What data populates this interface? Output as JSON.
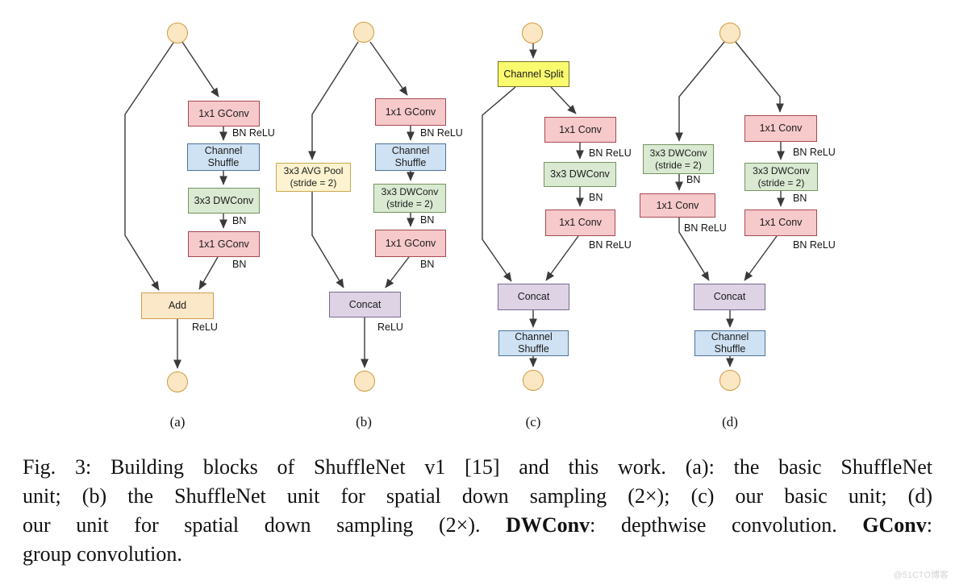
{
  "colors": {
    "pink-fill": "#f6c9cb",
    "pink-border": "#a64a50",
    "blue-fill": "#cfe2f3",
    "blue-border": "#4f7299",
    "green-fill": "#d9e9d2",
    "green-border": "#74945f",
    "cream-fill": "#fdf3d0",
    "cream-border": "#c9a84c",
    "yellow-fill": "#fafa6e",
    "yellow-border": "#737326",
    "orange-fill": "#fbe8c8",
    "orange-border": "#cf9b4f",
    "purple-fill": "#ddd3e5",
    "purple-border": "#776a8e",
    "circle-fill": "#fbe7c4",
    "circle-border": "#cf9b3f",
    "arrow": "#3a3a3a",
    "text": "#1b1b1b"
  },
  "diagram": {
    "a": {
      "caption": "(a)",
      "gconv1": "1x1 GConv",
      "bn_relu": "BN ReLU",
      "shuffle": "Channel Shuffle",
      "dwconv": "3x3 DWConv",
      "bn_a": "BN",
      "gconv2": "1x1 GConv",
      "bn_b": "BN",
      "add": "Add",
      "relu": "ReLU"
    },
    "b": {
      "caption": "(b)",
      "avgpool_l1": "3x3 AVG Pool",
      "avgpool_l2": "(stride = 2)",
      "gconv1": "1x1 GConv",
      "bn_relu": "BN ReLU",
      "shuffle": "Channel Shuffle",
      "dwconv_l1": "3x3 DWConv",
      "dwconv_l2": "(stride = 2)",
      "bn_a": "BN",
      "gconv2": "1x1 GConv",
      "bn_b": "BN",
      "concat": "Concat",
      "relu": "ReLU"
    },
    "c": {
      "caption": "(c)",
      "split": "Channel Split",
      "conv1": "1x1 Conv",
      "bn_relu1": "BN ReLU",
      "dwconv": "3x3 DWConv",
      "bn": "BN",
      "conv2": "1x1 Conv",
      "bn_relu2": "BN ReLU",
      "concat": "Concat",
      "shuffle": "Channel Shuffle"
    },
    "d": {
      "caption": "(d)",
      "left_dwconv_l1": "3x3 DWConv",
      "left_dwconv_l2": "(stride = 2)",
      "left_bn": "BN",
      "left_conv": "1x1 Conv",
      "left_bn_relu": "BN ReLU",
      "conv1": "1x1 Conv",
      "bn_relu1": "BN ReLU",
      "dwconv_l1": "3x3 DWConv",
      "dwconv_l2": "(stride = 2)",
      "bn": "BN",
      "conv2": "1x1 Conv",
      "bn_relu2": "BN ReLU",
      "concat": "Concat",
      "shuffle": "Channel Shuffle"
    }
  },
  "caption": {
    "line1": "Fig. 3: Building blocks of ShuffleNet v1 [15] and this work. (a): the basic ShuffleNet",
    "line2": "unit; (b) the ShuffleNet unit for spatial down sampling (2×); (c) our basic unit; (d)",
    "line3_seg1": "our unit for spatial down sampling (2×). ",
    "line3_bold1": "DWConv",
    "line3_seg2": ": depthwise convolution. ",
    "line3_bold2": "GConv",
    "line3_seg3": ":",
    "line4": "group convolution."
  },
  "watermark": "@51CTO博客"
}
